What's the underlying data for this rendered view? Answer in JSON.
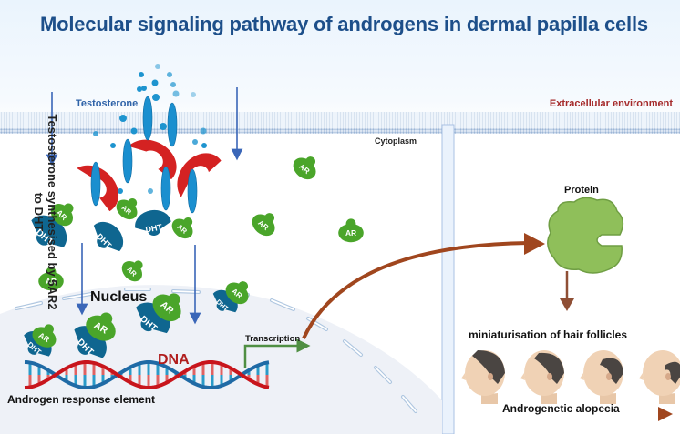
{
  "title": "Molecular signaling pathway of androgens in dermal papilla cells",
  "labels": {
    "testosterone": "Testosterone",
    "extracellular": "Extracellular environment",
    "cytoplasm": "Cytoplasm",
    "synthesis_note": "Testosterone synthesised by 5AR2 to DHT",
    "nucleus": "Nucleus",
    "dna": "DNA",
    "are": "Androgen response element",
    "transcription": "Transcription",
    "protein": "Protein",
    "miniaturisation": "miniaturisation of hair follicles",
    "alopecia": "Androgenetic alopecia"
  },
  "molecules": {
    "enzyme": "5AR2",
    "ligand": "DHT",
    "receptor": "AR"
  },
  "colors": {
    "title": "#1d4f8a",
    "enzyme": "#d42222",
    "dht": "#0f6690",
    "receptor": "#4aa52a",
    "testosterone": "#1e94cf",
    "arrow_blue": "#3a66b8",
    "arrow_brown": "#a0461e",
    "protein": "#8fbf5a",
    "dna_red": "#c8151c",
    "dna_blue": "#1f6aa5",
    "extracellular_text": "#a52a2a"
  },
  "stages": [
    "stage-1",
    "stage-2",
    "stage-3",
    "stage-4"
  ]
}
